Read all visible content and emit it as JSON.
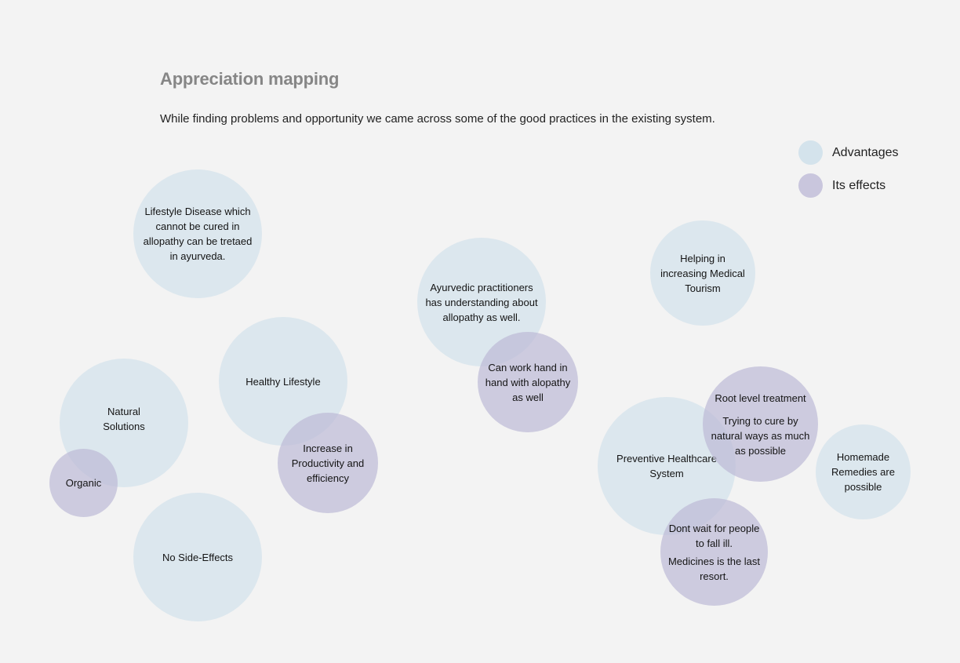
{
  "title": "Appreciation mapping",
  "subtitle": "While finding problems and opportunity we came across some of the good practices in the existing system.",
  "legend": {
    "advantages": {
      "label": "Advantages",
      "color": "#d4e3ec"
    },
    "effects": {
      "label": "Its effects",
      "color": "#c9c6dd"
    }
  },
  "bubbles": {
    "lifestyle_disease": "Lifestyle Disease which cannot be cured in allopathy can be tretaed in ayurveda.",
    "healthy_lifestyle": "Healthy Lifestyle",
    "natural_solutions": "Natural Solutions",
    "organic": "Organic",
    "productivity": "Increase in Productivity and efficiency",
    "no_side_effects": "No Side-Effects",
    "ayurvedic_practitioners": "Ayurvedic practitioners has understanding about allopathy as well.",
    "work_hand_in_hand": "Can work hand in hand with alopathy as well",
    "medical_tourism": "Helping in increasing Medical Tourism",
    "preventive_healthcare": "Preventive Healthcare System",
    "root_level": "Root level treatment",
    "cure_natural": "Trying to cure by natural ways as much as possible",
    "homemade": "Homemade Remedies are possible",
    "dont_wait": "Dont wait for people to fall ill.",
    "last_resort": "Medicines is the last resort."
  }
}
